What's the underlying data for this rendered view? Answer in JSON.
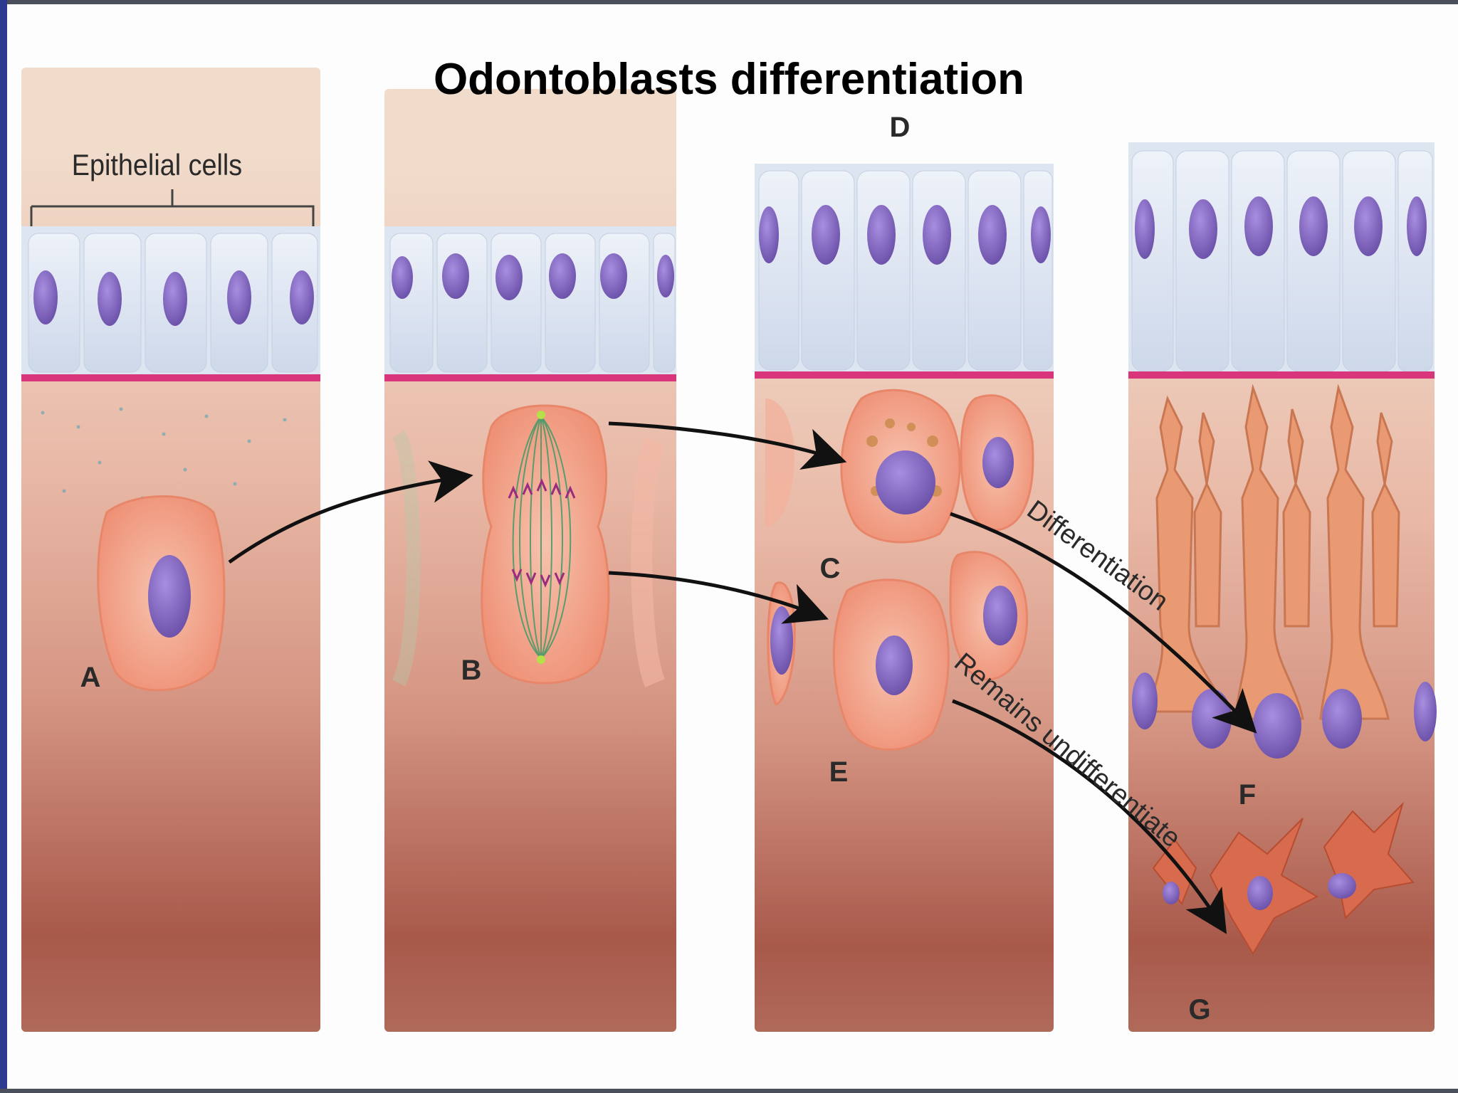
{
  "title": "Odontoblasts differentiation",
  "labels": {
    "epithelial": "Epithelial cells",
    "A": "A",
    "B": "B",
    "C": "C",
    "D": "D",
    "E": "E",
    "F": "F",
    "G": "G",
    "differentiation": "Differentiation",
    "remains": "Remains undifferentiate"
  },
  "colors": {
    "epithelium": "#dfe7f2",
    "nucleus": "#8a6fc4",
    "basement": "#d8357a",
    "mesenchyme_top": "#ecc4b0",
    "mesenchyme_bottom": "#a45a48",
    "cell": "#f3a48a"
  }
}
